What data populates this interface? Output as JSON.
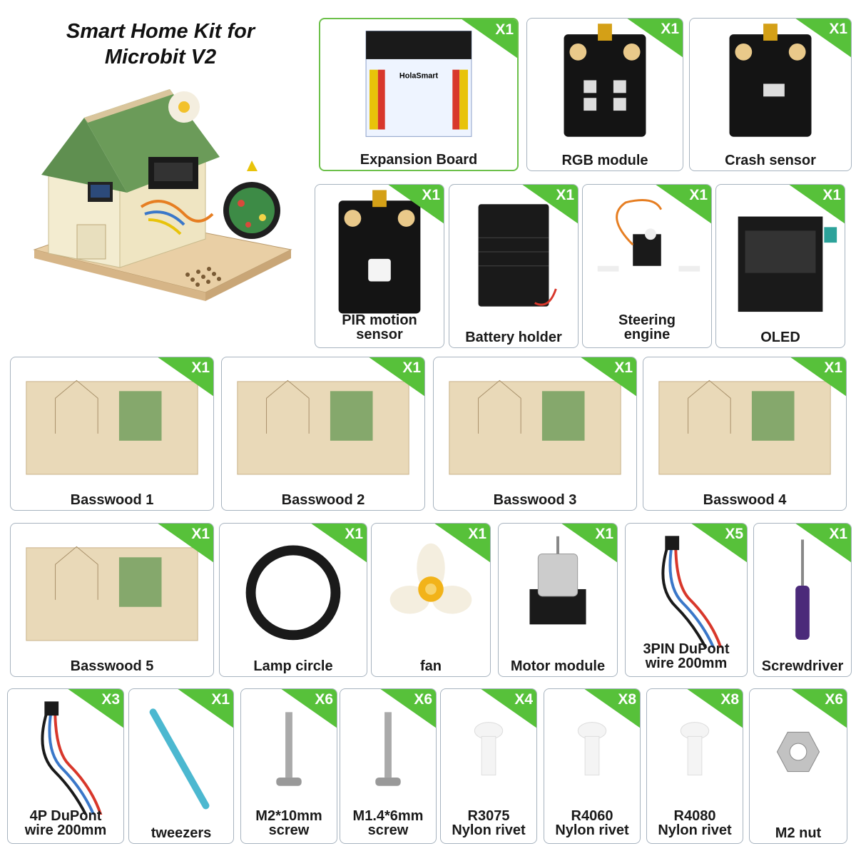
{
  "title": {
    "line1": "Smart Home Kit for",
    "line2": "Microbit V2"
  },
  "hero": {
    "board_text": "HolaSmart"
  },
  "items": [
    {
      "label": "Expansion Board",
      "qty": "X1",
      "icon": "expansion-board"
    },
    {
      "label": "RGB module",
      "qty": "X1",
      "icon": "rgb-module"
    },
    {
      "label": "Crash sensor",
      "qty": "X1",
      "icon": "crash-sensor"
    },
    {
      "label": "PIR motion sensor",
      "qty": "X1",
      "icon": "pir-sensor"
    },
    {
      "label": "Battery holder",
      "qty": "X1",
      "icon": "battery-holder"
    },
    {
      "label": "Steering engine",
      "qty": "X1",
      "icon": "servo"
    },
    {
      "label": "OLED",
      "qty": "X1",
      "icon": "oled"
    },
    {
      "label": "Basswood 1",
      "qty": "X1",
      "icon": "basswood-sheet"
    },
    {
      "label": "Basswood 2",
      "qty": "X1",
      "icon": "basswood-sheet"
    },
    {
      "label": "Basswood 3",
      "qty": "X1",
      "icon": "basswood-sheet"
    },
    {
      "label": "Basswood 4",
      "qty": "X1",
      "icon": "basswood-sheet"
    },
    {
      "label": "Basswood 5",
      "qty": "X1",
      "icon": "basswood-sheet"
    },
    {
      "label": "Lamp circle",
      "qty": "X1",
      "icon": "lamp-ring"
    },
    {
      "label": "fan",
      "qty": "X1",
      "icon": "fan"
    },
    {
      "label": "Motor module",
      "qty": "X1",
      "icon": "motor"
    },
    {
      "label": "3PIN DuPont wire 200mm",
      "qty": "X5",
      "icon": "wire"
    },
    {
      "label": "Screwdriver",
      "qty": "X1",
      "icon": "screwdriver"
    },
    {
      "label": "4P DuPont wire 200mm",
      "qty": "X3",
      "icon": "wire"
    },
    {
      "label": "tweezers",
      "qty": "X1",
      "icon": "tweezers"
    },
    {
      "label": "M2*10mm screw",
      "qty": "X6",
      "icon": "screw"
    },
    {
      "label": "M1.4*6mm screw",
      "qty": "X6",
      "icon": "screw"
    },
    {
      "label": "R3075 Nylon rivet",
      "qty": "X4",
      "icon": "rivet"
    },
    {
      "label": "R4060 Nylon rivet",
      "qty": "X8",
      "icon": "rivet"
    },
    {
      "label": "R4080 Nylon rivet",
      "qty": "X8",
      "icon": "rivet"
    },
    {
      "label": "M2 nut",
      "qty": "X6",
      "icon": "nut"
    }
  ],
  "split_labels": {
    "3": [
      "PIR motion",
      "sensor"
    ],
    "5": [
      "Steering",
      "engine"
    ],
    "15": [
      "3PIN DuPont",
      "wire 200mm"
    ],
    "17": [
      "4P DuPont",
      "wire 200mm"
    ],
    "19": [
      "M2*10mm",
      "screw"
    ],
    "20": [
      "M1.4*6mm",
      "screw"
    ],
    "21": [
      "R3075",
      "Nylon rivet"
    ],
    "22": [
      "R4060",
      "Nylon rivet"
    ],
    "23": [
      "R4080",
      "Nylon rivet"
    ]
  }
}
